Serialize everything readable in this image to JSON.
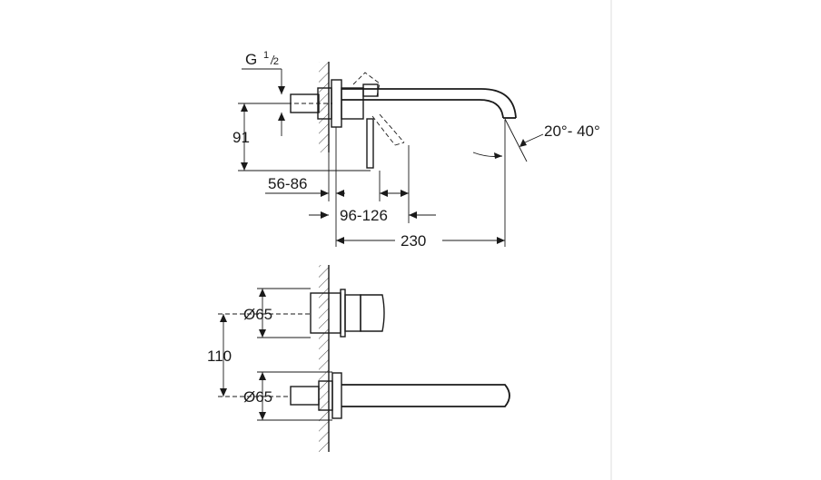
{
  "labels": {
    "thread": "G",
    "thread_num": "1",
    "thread_den": "2",
    "height": "91",
    "wall_depth": "56-86",
    "lever_depth": "96-126",
    "projection": "230",
    "angle": "20°- 40°",
    "diameter_top": "Ø65",
    "spacing": "110",
    "diameter_bottom": "Ø65"
  }
}
